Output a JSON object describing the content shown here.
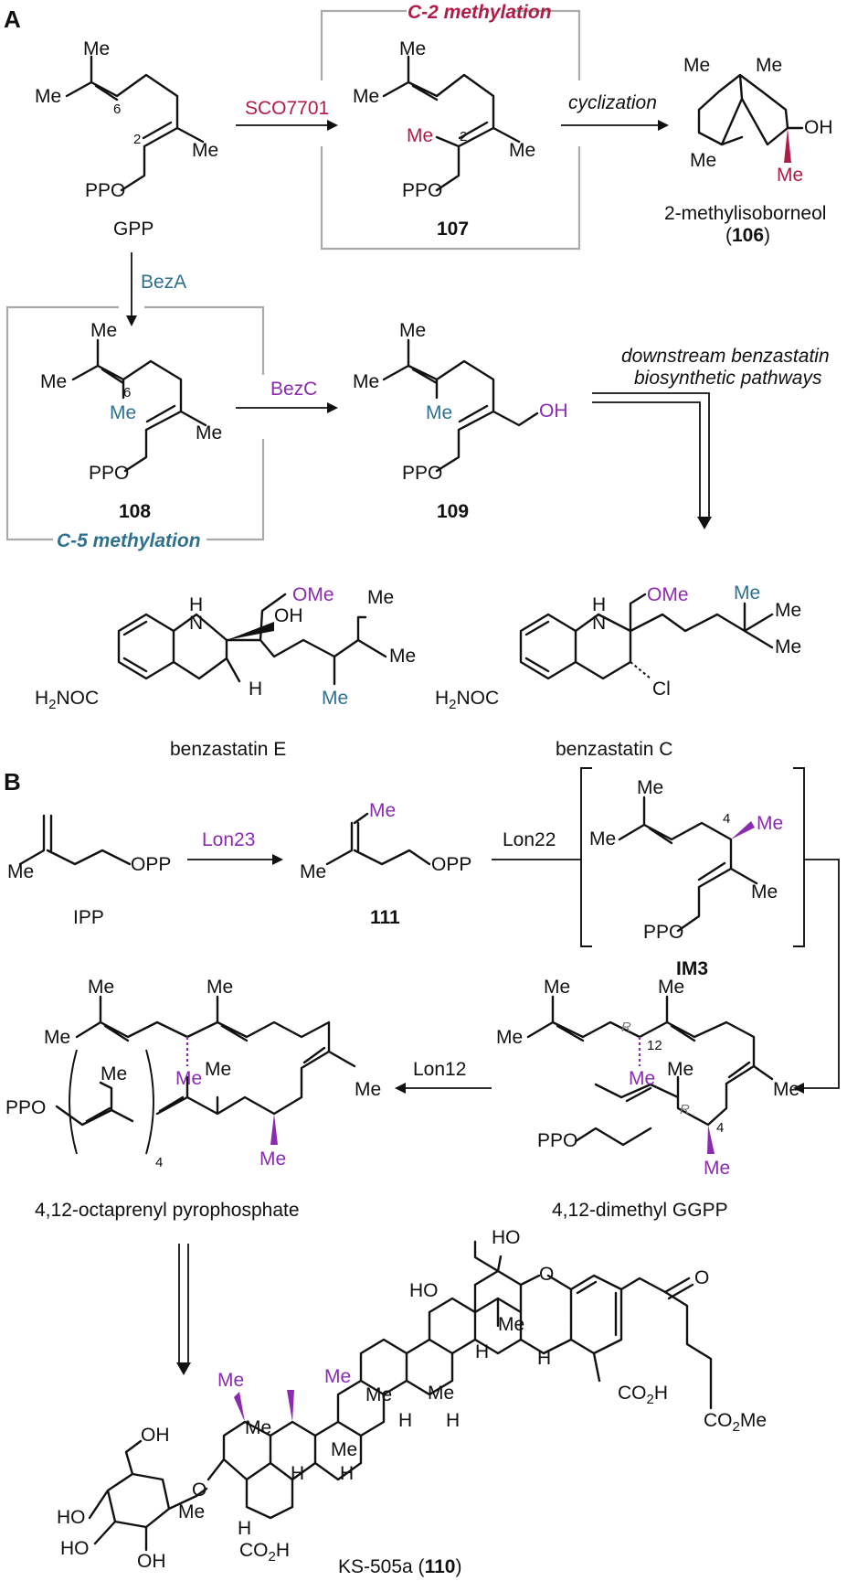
{
  "panels": {
    "a": "A",
    "b": "B"
  },
  "colors": {
    "c2_methyl": "#b01c48",
    "c5_methyl": "#2f7090",
    "hydroxyl_and_lon": "#8a2bb0",
    "box_border": "#aaaaaa"
  },
  "atoms": {
    "me": "Me",
    "ppo": "PPO",
    "opp": "OPP",
    "oh": "OH",
    "ome": "OMe",
    "cl": "Cl",
    "h": "H",
    "nh": "N",
    "ho": "HO",
    "co2h_co": "CO",
    "co2h_h": "H",
    "co2me_co": "CO",
    "co2me_me": "Me",
    "h2noc_h": "H",
    "h2noc_noc": "NOC",
    "o": "O",
    "sub2": "2",
    "sub4": "4",
    "r": "R"
  },
  "locants": {
    "c2": "2",
    "c6": "6",
    "c4": "4",
    "c12": "12"
  },
  "panel_a": {
    "box_c2_title": "C-2 methylation",
    "box_c5_title": "C-5 methylation",
    "enzyme_sco": "SCO7701",
    "step_cyclization": "cyclization",
    "enzyme_beza": "BezA",
    "enzyme_bezc": "BezC",
    "downstream_line1": "downstream benzastatin",
    "downstream_line2": "biosynthetic pathways",
    "gpp": "GPP",
    "cmpd_107": "107",
    "mib_name": "2-methylisoborneol",
    "mib_open": "(",
    "mib_num": "106",
    "mib_close": ")",
    "cmpd_108": "108",
    "cmpd_109": "109",
    "benzastatin_e": "benzastatin E",
    "benzastatin_c": "benzastatin C"
  },
  "panel_b": {
    "enzyme_lon23": "Lon23",
    "enzyme_lon22": "Lon22",
    "enzyme_lon12": "Lon12",
    "ipp": "IPP",
    "cmpd_111": "111",
    "im3": "IM3",
    "dimethyl_ggpp": "4,12-dimethyl GGPP",
    "octaprenyl": "4,12-octaprenyl pyrophosphate",
    "repeat_n": "4",
    "ks_name": "KS-505a (",
    "ks_num": "110",
    "ks_close": ")"
  }
}
